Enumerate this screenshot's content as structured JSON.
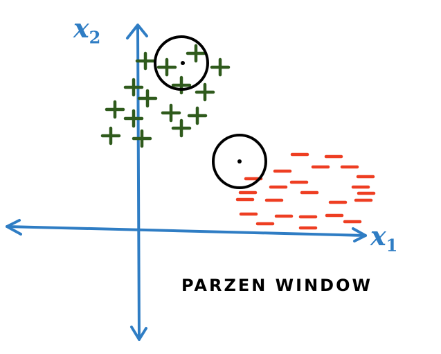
{
  "title": "PARZEN WINDOW",
  "axes": {
    "x_label": "x",
    "x_sub": "1",
    "y_label": "x",
    "y_sub": "2"
  },
  "colors": {
    "axis": "#2f7dc4",
    "class_plus": "#2f5a1c",
    "class_minus": "#ee3e22",
    "window": "#000000"
  }
}
